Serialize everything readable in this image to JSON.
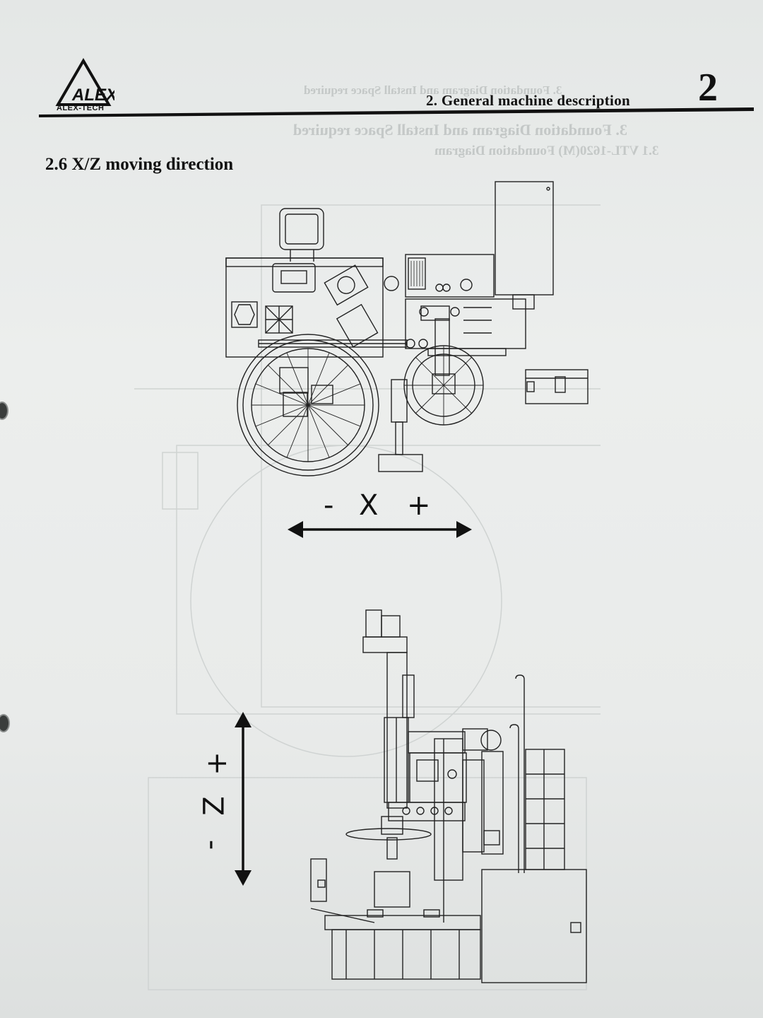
{
  "header": {
    "logo_text": "ALEX",
    "logo_subtext": "ALEX-TECH",
    "chapter_title": "2. General machine description",
    "chapter_number": "2"
  },
  "section": {
    "heading": "2.6 X/Z moving direction"
  },
  "bleed_through": {
    "line1": "3. Foundation Diagram and Install Space required",
    "line2": "3. Foundation Diagram and Install Space required",
    "line3": "3.1 VTL-1620(M) Foundation Diagram"
  },
  "x_axis": {
    "minus": "-",
    "letter": "X",
    "plus": "+"
  },
  "z_axis": {
    "minus": "-",
    "letter": "Z",
    "plus": "+"
  },
  "colors": {
    "paper": "#e9ebea",
    "ink": "#111111",
    "bleed": "#c4c8c7"
  }
}
